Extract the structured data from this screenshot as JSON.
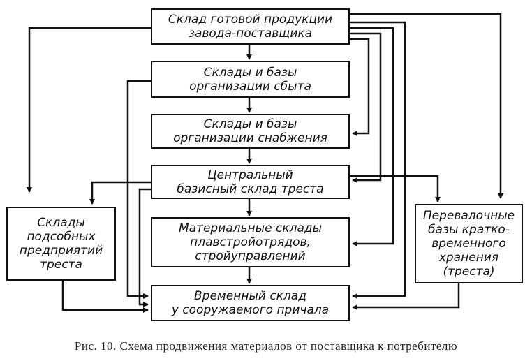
{
  "boxes": {
    "factory": [
      "Склад готовой продукции",
      "завода-поставщика"
    ],
    "sales": [
      "Склады и базы",
      "организации сбыта"
    ],
    "supply": [
      "Склады и базы",
      "организации снабжения"
    ],
    "central": [
      "Центральный",
      "базисный склад треста"
    ],
    "material": [
      "Материальные склады",
      "плавстройотрядов,",
      "стройуправлений"
    ],
    "temporary": [
      "Временный склад",
      "у сооружаемого причала"
    ],
    "auxiliary": [
      "Склады",
      "подсобных",
      "предприятий",
      "треста"
    ],
    "transshipment": [
      "Перевалочные",
      "базы кратко-",
      "временного",
      "хранения",
      "(треста)"
    ]
  },
  "caption": "Рис. 10. Схема продвижения материалов от поставщика к потребителю"
}
